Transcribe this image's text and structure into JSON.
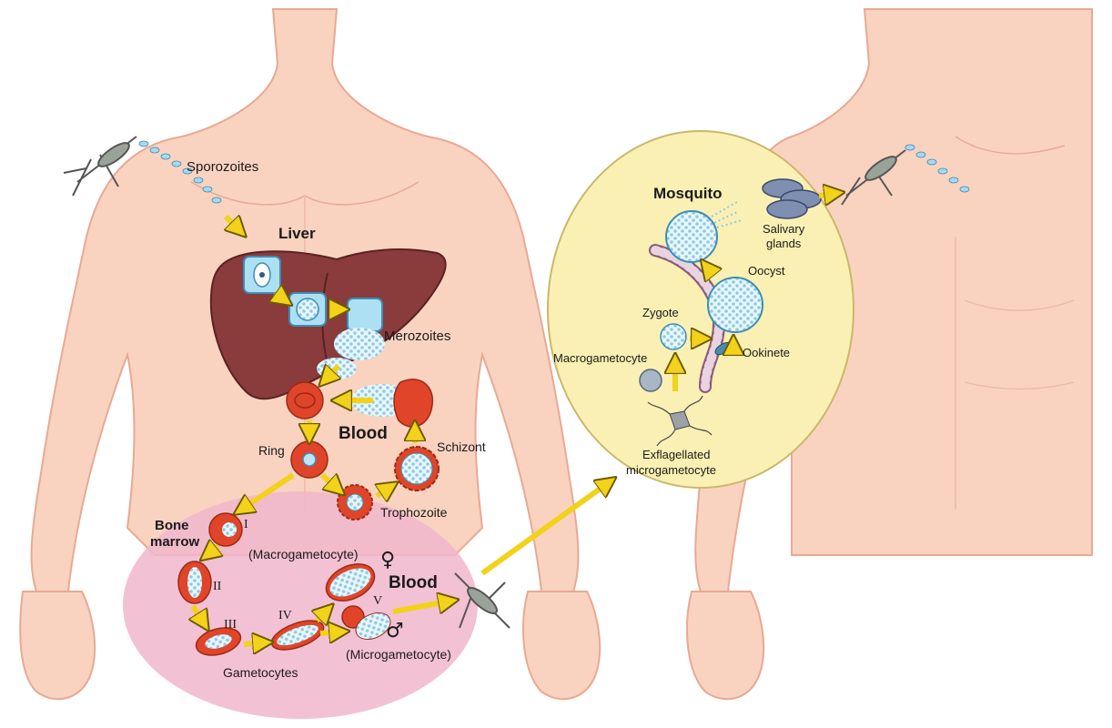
{
  "labels": {
    "sporozoites": "Sporozoites",
    "liver": "Liver",
    "merozoites": "Merozoites",
    "blood_upper": "Blood",
    "ring": "Ring",
    "schizont": "Schizont",
    "trophozoite": "Trophozoite",
    "bone_marrow_1": "Bone",
    "bone_marrow_2": "marrow",
    "macrogametocyte_paren": "(Macrogametocyte)",
    "blood_lower": "Blood",
    "gametocytes": "Gametocytes",
    "microgametocyte_paren": "(Microgametocyte)",
    "mosquito": "Mosquito",
    "salivary_1": "Salivary",
    "salivary_2": "glands",
    "oocyst": "Oocyst",
    "zygote": "Zygote",
    "ookinete": "Ookinete",
    "macrogametocyte": "Macrogametocyte",
    "exflag_1": "Exflagellated",
    "exflag_2": "microgametocyte"
  },
  "stages": {
    "s1": "I",
    "s2": "II",
    "s3": "III",
    "s4": "IV",
    "s5": "V"
  },
  "symbols": {
    "female": "♀",
    "male": "♂"
  },
  "colors": {
    "skin": "#f9d3c0",
    "skin_line": "#e8a994",
    "liver": "#8a3b3b",
    "rbc": "#e0452a",
    "mosquito_bg": "#fbf0b4",
    "pink_zone": "#f1b6cc",
    "arrow": "#f2d21a",
    "parasite": "#a9d8ee"
  }
}
